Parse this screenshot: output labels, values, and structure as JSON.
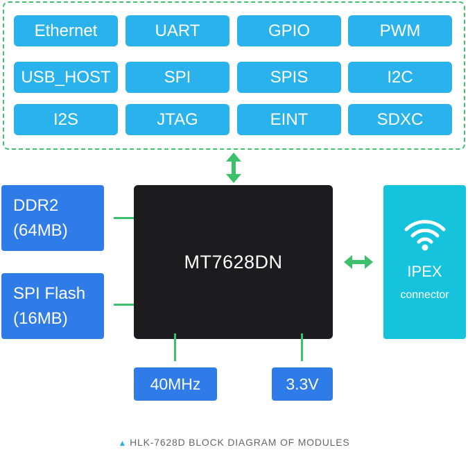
{
  "interfaces": [
    [
      "Ethernet",
      "UART",
      "GPIO",
      "PWM"
    ],
    [
      "USB_HOST",
      "SPI",
      "SPIS",
      "I2C"
    ],
    [
      "I2S",
      "JTAG",
      "EINT",
      "SDXC"
    ]
  ],
  "memory": {
    "ddr2": {
      "line1": "DDR2",
      "line2": "(64MB)"
    },
    "flash": {
      "line1": "SPI Flash",
      "line2": "(16MB)"
    }
  },
  "chip": {
    "label": "MT7628DN"
  },
  "antenna": {
    "title": "IPEX",
    "subtitle": "connector",
    "icon": "wifi-icon"
  },
  "clock": {
    "label": "40MHz"
  },
  "power": {
    "label": "3.3V"
  },
  "caption": {
    "marker": "triangle-up-icon",
    "text": "HLK-7628D BLOCK DIAGRAM OF MODULES"
  },
  "colors": {
    "interface_block": "#29b2ec",
    "memory_block": "#2f7be8",
    "chip": "#1c1c1e",
    "antenna_block": "#15c3dc",
    "connector_green": "#3cc06b"
  }
}
